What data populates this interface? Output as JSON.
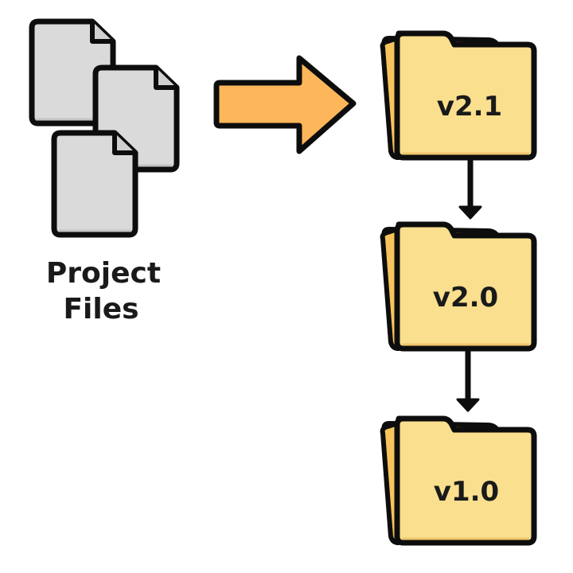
{
  "diagram": {
    "title": "Project files versioning",
    "source": {
      "label_lines": [
        "Project",
        "Files"
      ],
      "document_count": 3,
      "icon": "document-stack-icon"
    },
    "transition_arrow": {
      "icon": "arrow-right-icon",
      "direction": "right"
    },
    "versions": [
      {
        "label": "v2.1",
        "icon": "folder-icon"
      },
      {
        "label": "v2.0",
        "icon": "folder-icon"
      },
      {
        "label": "v1.0",
        "icon": "folder-icon"
      }
    ],
    "connectors": [
      {
        "from": "v2.1",
        "to": "v2.0",
        "icon": "arrow-down-icon"
      },
      {
        "from": "v2.0",
        "to": "v1.0",
        "icon": "arrow-down-icon"
      }
    ]
  },
  "colors": {
    "document_fill": "#dadada",
    "document_shade": "#bdbdbd",
    "outline": "#0d0d0d",
    "arrow_fill": "#fdb75a",
    "folder_fill": "#fadf8e",
    "folder_back_fill": "#f5c45c",
    "text": "#1a1a1a",
    "background": "#ffffff"
  }
}
